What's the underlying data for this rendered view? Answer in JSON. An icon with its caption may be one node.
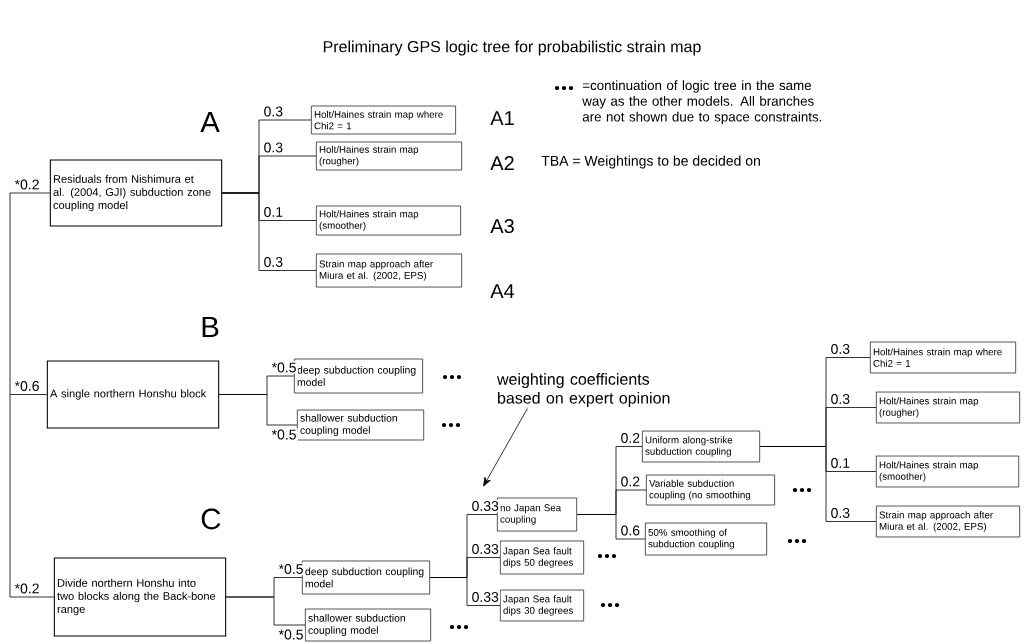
{
  "diagram": {
    "title": "Preliminary GPS logic tree for probabilistic strain map",
    "nodes": [
      {
        "text": [
          "Residuals from Nishimura et al. (2004, GJI) subduction zone coupling model"
        ],
        "beside": [
          "A"
        ]
      },
      {
        "text": [
          "Holt/Haines strain map where Chi2 = 1"
        ],
        "beside": [
          "A1"
        ]
      },
      {
        "text": [
          "Holt/Haines strain map (rougher)"
        ],
        "beside": [
          "A2"
        ]
      },
      {
        "text": [
          "Holt/Haines strain map (smoother)"
        ],
        "beside": [
          "A3"
        ]
      },
      {
        "text": [
          "Strain map approach after Miura et al. (2002, EPS)"
        ],
        "beside": [
          "A4"
        ]
      },
      {
        "text": [
          "A single northern Honshu block"
        ],
        "beside": [
          "B"
        ]
      },
      {
        "text": [
          "deep subduction coupling model"
        ]
      },
      {
        "text": [
          "shallower subduction coupling model"
        ]
      },
      {
        "text": [
          "Divide northern Honshu into two blocks along the Back-bone range"
        ],
        "beside": [
          "C"
        ]
      },
      {
        "text": [
          "deep subduction coupling model"
        ]
      },
      {
        "text": [
          "shallower subduction coupling model"
        ]
      },
      {
        "text": [
          "weighting coefficients based on expert opinion"
        ]
      },
      {
        "text": [
          "no Japan Sea coupling"
        ]
      },
      {
        "text": [
          "Japan Sea fault dips 50 degrees"
        ]
      },
      {
        "text": [
          "Japan Sea fault dips 30 degrees"
        ]
      },
      {
        "text": [
          "Uniform along-strike subduction coupling"
        ]
      },
      {
        "text": [
          "Variable subduction coupling (no smoothing"
        ]
      },
      {
        "text": [
          "50% smoothing of subduction coupling"
        ]
      },
      {
        "text": [
          "Holt/Haines strain map where Chi2 = 1"
        ]
      },
      {
        "text": [
          "Holt/Haines strain map (rougher)"
        ]
      },
      {
        "text": [
          "Holt/Haines strain map (smoother)"
        ]
      },
      {
        "text": [
          "Strain map approach after Miura et al. (2002, EPS)"
        ]
      }
    ],
    "edges": [
      {
        "from": null,
        "to": 0,
        "arrow": "none",
        "label": "*0.2"
      },
      {
        "from": null,
        "to": 5,
        "arrow": "none",
        "label": "*0.6"
      },
      {
        "from": null,
        "to": 8,
        "arrow": "none",
        "label": "*0.2"
      },
      {
        "from": 0,
        "to": 1,
        "arrow": "none",
        "label": "0.3"
      },
      {
        "from": 0,
        "to": 2,
        "arrow": "none",
        "label": "0.3"
      },
      {
        "from": 0,
        "to": 3,
        "arrow": "none",
        "label": "0.1"
      },
      {
        "from": 0,
        "to": 4,
        "arrow": "none",
        "label": "0.3"
      },
      {
        "from": 5,
        "to": 6,
        "arrow": "none",
        "label": "*0.5"
      },
      {
        "from": 5,
        "to": 7,
        "arrow": "none",
        "label": "*0.5"
      },
      {
        "from": 8,
        "to": 9,
        "arrow": "none",
        "label": "*0.5"
      },
      {
        "from": 8,
        "to": 10,
        "arrow": "none",
        "label": "*0.5"
      },
      {
        "from": 9,
        "to": 12,
        "arrow": "none",
        "label": "0.33"
      },
      {
        "from": 9,
        "to": 13,
        "arrow": "none",
        "label": "0.33"
      },
      {
        "from": 9,
        "to": 14,
        "arrow": "none",
        "label": "0.33"
      },
      {
        "from": 12,
        "to": 15,
        "arrow": "none",
        "label": "0.2"
      },
      {
        "from": 12,
        "to": 16,
        "arrow": "none",
        "label": "0.2"
      },
      {
        "from": 12,
        "to": 17,
        "arrow": "none",
        "label": "0.6"
      },
      {
        "from": 15,
        "to": 18,
        "arrow": "none",
        "label": "0.3"
      },
      {
        "from": 15,
        "to": 19,
        "arrow": "none",
        "label": "0.3"
      },
      {
        "from": 15,
        "to": 20,
        "arrow": "none",
        "label": "0.1"
      },
      {
        "from": 15,
        "to": 21,
        "arrow": "none",
        "label": "0.3"
      },
      {
        "from": 11,
        "to": null,
        "arrow": "to"
      }
    ],
    "labels": [
      "=continuation of logic tree in the same way as the other models. All branches are not shown due to space constraints.",
      "TBA = Weightings to be decided on"
    ]
  }
}
